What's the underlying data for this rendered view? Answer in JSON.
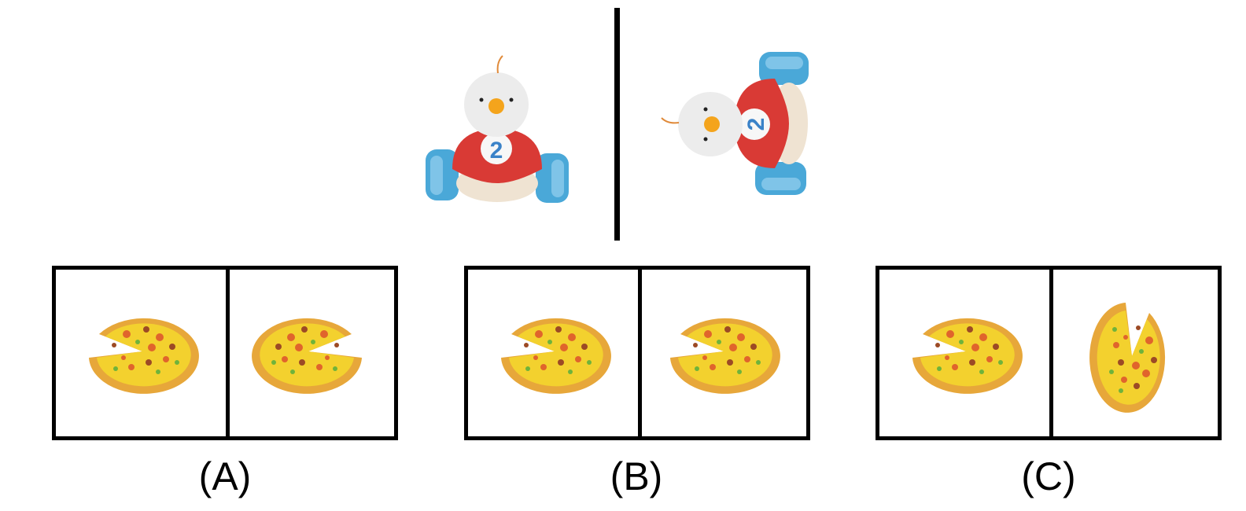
{
  "reference": {
    "toy_badge_number": "2",
    "colors": {
      "body": "#d93a35",
      "wheels": "#4aa8d8",
      "head": "#ececec",
      "beak": "#f4a41c",
      "base": "#efe3d2",
      "badge_text": "#3a82c8"
    }
  },
  "options": [
    {
      "label": "(A)"
    },
    {
      "label": "(B)"
    },
    {
      "label": "(C)"
    }
  ],
  "colors": {
    "pizza_crust": "#e7a73a",
    "pizza_cheese": "#f3d12e",
    "topping_red": "#e0642c",
    "topping_brown": "#9c4a25",
    "topping_green": "#6fb33b",
    "border": "#000000"
  }
}
